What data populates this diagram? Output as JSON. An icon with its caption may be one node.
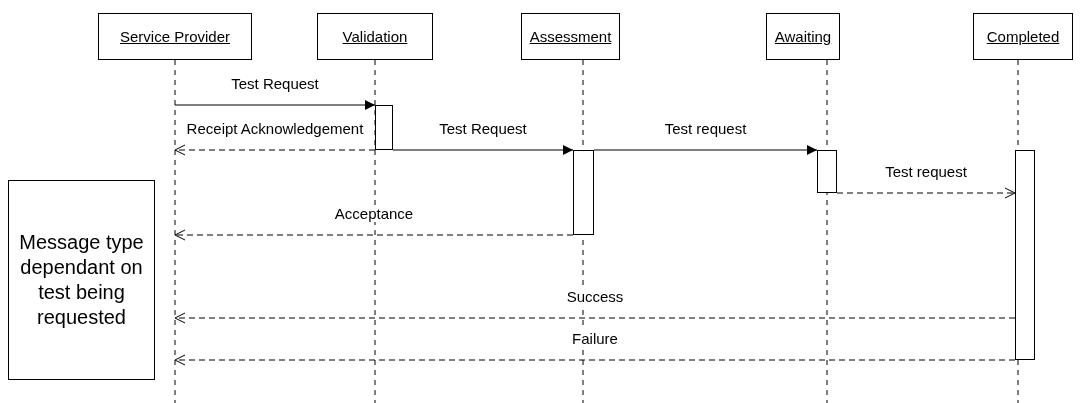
{
  "diagram": {
    "nodes": [
      {
        "text": [
          "Service Provider"
        ]
      },
      {
        "text": [
          "Validation"
        ]
      },
      {
        "text": [
          "Assessment"
        ]
      },
      {
        "text": [
          "Awaiting"
        ]
      },
      {
        "text": [
          "Completed"
        ]
      },
      {
        "text": [
          "Message type dependant on test being requested"
        ]
      },
      {
        "text": [],
        "shape": "bar"
      },
      {
        "text": [],
        "shape": "bar"
      },
      {
        "text": [],
        "shape": "bar"
      },
      {
        "text": [],
        "shape": "bar"
      }
    ],
    "edges": [
      {
        "from": 0,
        "to": 6,
        "arrow": "to",
        "label": "Test Request"
      },
      {
        "from": 6,
        "to": 0,
        "arrow": "to",
        "label": "Receipt Acknowledgement",
        "style": "dashed"
      },
      {
        "from": 6,
        "to": 7,
        "arrow": "to",
        "label": "Test Request"
      },
      {
        "from": 7,
        "to": 8,
        "arrow": "to",
        "label": "Test request"
      },
      {
        "from": 8,
        "to": 9,
        "arrow": "to",
        "label": "Test request",
        "style": "dashed"
      },
      {
        "from": 7,
        "to": 0,
        "arrow": "to",
        "label": "Acceptance",
        "style": "dashed"
      },
      {
        "from": 9,
        "to": 0,
        "arrow": "to",
        "label": "Success",
        "style": "dashed"
      },
      {
        "from": 9,
        "to": 0,
        "arrow": "to",
        "label": "Failure",
        "style": "dashed"
      }
    ]
  }
}
